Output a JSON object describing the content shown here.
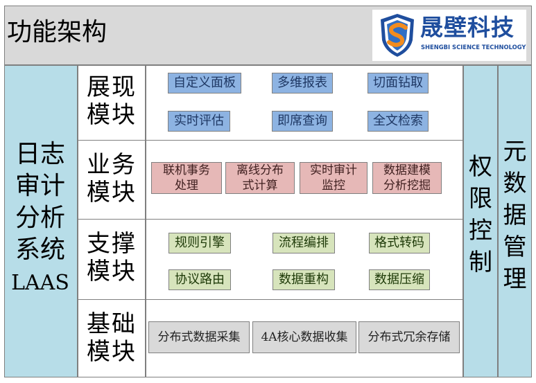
{
  "header": {
    "title": "功能架构",
    "logo": {
      "name_cn": "晟壁科技",
      "name_en": "SHENGBI SCIENCE TECHNOLOGY",
      "icon": "shield-s-logo",
      "brand_color": "#1f4e9e"
    }
  },
  "left_panel": {
    "lines": [
      "日志",
      "审计",
      "分析",
      "系统"
    ],
    "sub": "LAAS"
  },
  "modules": [
    {
      "label_line1": "展现",
      "label_line2": "模块",
      "items": [
        {
          "line1": "自定义面板",
          "line2": ""
        },
        {
          "line1": "多维报表",
          "line2": ""
        },
        {
          "line1": "切面钻取",
          "line2": ""
        },
        {
          "line1": "实时评估",
          "line2": ""
        },
        {
          "line1": "即席查询",
          "line2": ""
        },
        {
          "line1": "全文检索",
          "line2": ""
        }
      ]
    },
    {
      "label_line1": "业务",
      "label_line2": "模块",
      "items": [
        {
          "line1": "联机事务",
          "line2": "处理"
        },
        {
          "line1": "离线分布",
          "line2": "式计算"
        },
        {
          "line1": "实时审计",
          "line2": "监控"
        },
        {
          "line1": "数据建模",
          "line2": "分析挖掘"
        }
      ]
    },
    {
      "label_line1": "支撑",
      "label_line2": "模块",
      "items": [
        {
          "line1": "规则引擎",
          "line2": ""
        },
        {
          "line1": "流程编排",
          "line2": ""
        },
        {
          "line1": "格式转码",
          "line2": ""
        },
        {
          "line1": "协议路由",
          "line2": ""
        },
        {
          "line1": "数据重构",
          "line2": ""
        },
        {
          "line1": "数据压缩",
          "line2": ""
        }
      ]
    },
    {
      "label_line1": "基础",
      "label_line2": "模块",
      "items": [
        {
          "line1": "分布式数据采集",
          "line2": ""
        },
        {
          "line1": "4A核心数据收集",
          "line2": ""
        },
        {
          "line1": "分布式冗余存储",
          "line2": ""
        }
      ]
    }
  ],
  "right_panels": [
    {
      "chars": [
        "权",
        "限",
        "控",
        "制"
      ]
    },
    {
      "chars": [
        "元",
        "数",
        "据",
        "管",
        "理"
      ]
    }
  ],
  "colors": {
    "header_bg": "#d9d9d9",
    "side_bg": "#b7dde8",
    "display_box": "#8db3e2",
    "business_box": "#e6b8b7",
    "support_box": "#d7e4bc",
    "base_box": "#d9d9d9"
  }
}
